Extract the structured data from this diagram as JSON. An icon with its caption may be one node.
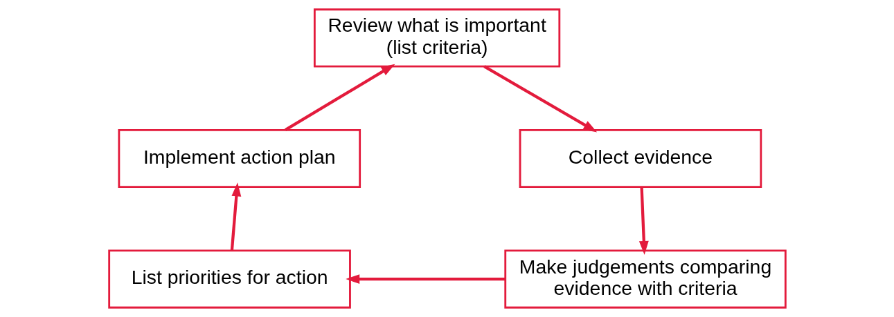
{
  "diagram": {
    "nodes": [
      {
        "text": [
          "Review what is important (list criteria)"
        ]
      },
      {
        "text": [
          "Collect evidence"
        ]
      },
      {
        "text": [
          "Make judgements comparing evidence with criteria"
        ]
      },
      {
        "text": [
          "List priorities for action"
        ]
      },
      {
        "text": [
          "Implement action plan"
        ]
      }
    ],
    "edges": [
      {
        "from": 0,
        "to": 1,
        "arrow": "to"
      },
      {
        "from": 1,
        "to": 2,
        "arrow": "to"
      },
      {
        "from": 2,
        "to": 3,
        "arrow": "to"
      },
      {
        "from": 3,
        "to": 4,
        "arrow": "to"
      },
      {
        "from": 4,
        "to": 0,
        "arrow": "to"
      }
    ]
  }
}
